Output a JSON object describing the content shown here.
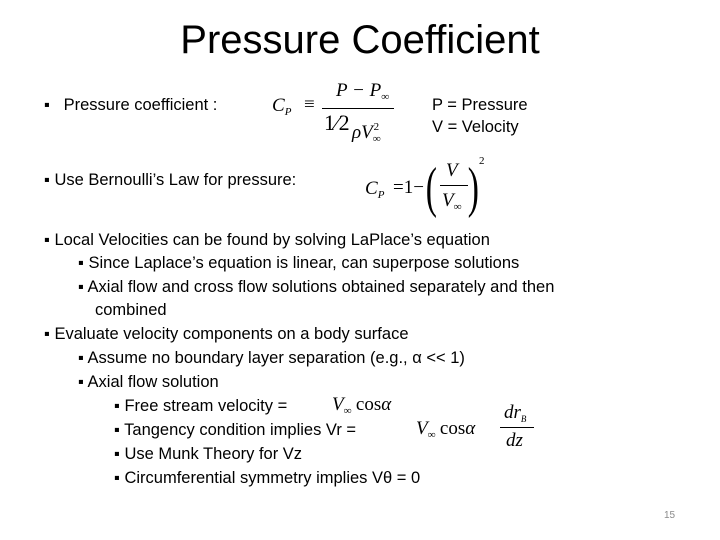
{
  "title": "Pressure Coefficient",
  "bullet_glyph": "▪",
  "items": [
    {
      "level": 1,
      "text": "Pressure coefficient :"
    },
    {
      "level": 1,
      "text": "Use Bernoulli’s Law for pressure:"
    },
    {
      "level": 1,
      "text": "Local Velocities can be found by solving LaPlace’s equation"
    },
    {
      "level": 2,
      "text": "Since Laplace’s equation is linear, can superpose solutions"
    },
    {
      "level": 2,
      "text": "Axial flow and cross flow solutions obtained separately and then",
      "continuation": "combined"
    },
    {
      "level": 1,
      "text": "Evaluate velocity components on a body surface"
    },
    {
      "level": 2,
      "text": "Assume no boundary layer separation (e.g., α << 1)"
    },
    {
      "level": 2,
      "text": "Axial flow solution"
    },
    {
      "level": 3,
      "text": "Free stream velocity ="
    },
    {
      "level": 3,
      "text": "Tangency condition implies Vr ="
    },
    {
      "level": 3,
      "text": "Use Munk Theory for Vz"
    },
    {
      "level": 3,
      "text": "Circumferential symmetry implies Vθ = 0"
    }
  ],
  "legend": {
    "p": "P = Pressure",
    "v": "V = Velocity"
  },
  "equations": {
    "cp_def": {
      "lhs": "C",
      "lhs_sub": "P",
      "op": "≡",
      "num": "P − P",
      "num_sub": "∞",
      "den_half": "1⁄2",
      "den": "ρV",
      "den_sub": "∞",
      "den_sup": "2"
    },
    "bernoulli": {
      "lhs": "C",
      "lhs_sub": "P",
      "rhs": "=1−",
      "num": "V",
      "den": "V",
      "den_sub": "∞",
      "sup": "2"
    },
    "free_stream": {
      "v": "V",
      "sub": "∞",
      "cos": "cos",
      "alpha": "α"
    },
    "tangency": {
      "v": "V",
      "sub": "∞",
      "cos": "cos",
      "alpha": "α",
      "num": "dr",
      "num_sub": "B",
      "den": "dz"
    }
  },
  "page_number": "15"
}
